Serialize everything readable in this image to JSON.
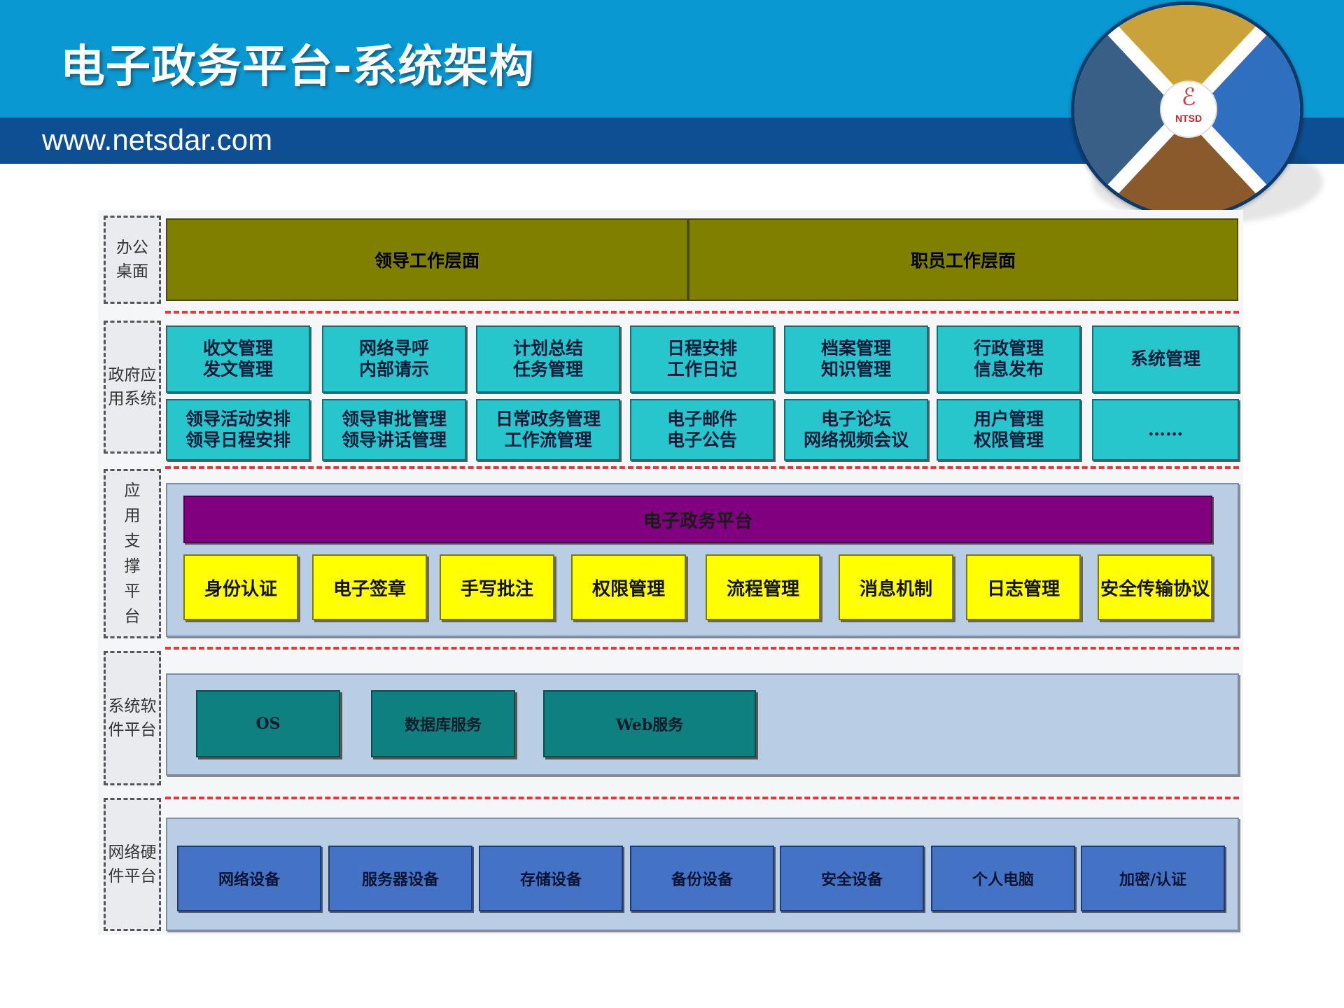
{
  "header": {
    "title": "电子政务平台-系统架构",
    "url": "www.netsdar.com"
  },
  "logo": {
    "text": "NTSD"
  },
  "diagram": {
    "layer_labels": [
      "办公\n桌面",
      "政府应\n用系统",
      "应\n用\n支\n撑\n平\n台",
      "系统软\n件平台",
      "网络硬\n件平台"
    ],
    "desktop": [
      "领导工作层面",
      "职员工作层面"
    ],
    "gov_apps_row1": [
      "收文管理\n发文管理",
      "网络寻呼\n内部请示",
      "计划总结\n任务管理",
      "日程安排\n工作日记",
      "档案管理\n知识管理",
      "行政管理\n信息发布",
      "系统管理"
    ],
    "gov_apps_row2": [
      "领导活动安排\n领导日程安排",
      "领导审批管理\n领导讲话管理",
      "日常政务管理\n工作流管理",
      "电子邮件\n电子公告",
      "电子论坛\n网络视频会议",
      "用户管理\n权限管理",
      "……"
    ],
    "platform_title": "电子政务平台",
    "platform_modules": [
      "身份认证",
      "电子签章",
      "手写批注",
      "权限管理",
      "流程管理",
      "消息机制",
      "日志管理",
      "安全传输协议"
    ],
    "system_software": [
      "OS",
      "数据库服务",
      "Web服务"
    ],
    "hardware": [
      "网络设备",
      "服务器设备",
      "存储设备",
      "备份设备",
      "安全设备",
      "个人电脑",
      "加密/认证"
    ]
  },
  "colors": {
    "header_light": "#0a98d2",
    "header_dark": "#0e4f93",
    "olive": "#7f7f00",
    "teal": "#27c6cc",
    "purple": "#800080",
    "yellow": "#ffff00",
    "dark_teal": "#0f8080",
    "blue": "#4473c5",
    "separator_red": "#e23a3a"
  }
}
